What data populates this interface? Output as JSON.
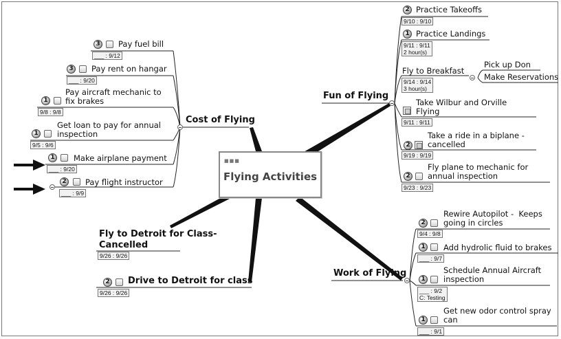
{
  "central": {
    "title": "Flying Activities",
    "dots": "■■■"
  },
  "cost": {
    "title": "Cost of Flying",
    "items": [
      {
        "priority": "3",
        "label": "Pay fuel bill",
        "date": "___ : 9/12"
      },
      {
        "priority": "3",
        "label": "Pay rent on hangar",
        "date": "___ : 9/20"
      },
      {
        "priority": "1",
        "label": "Pay aircraft mechanic to\nfix brakes",
        "date": "9/8 : 9/8"
      },
      {
        "priority": "1",
        "label": "Get loan to pay for annual\ninspection",
        "date": "9/5 : 9/6"
      },
      {
        "priority": "1",
        "label": "Make airplane payment",
        "date": "___ : 9/20"
      },
      {
        "priority": "2",
        "label": "Pay flight instructor",
        "date": "___ : 9/9"
      }
    ]
  },
  "fun": {
    "title": "Fun of Flying",
    "items": [
      {
        "priority": "2",
        "label": "Practice Takeoffs",
        "date": "9/10 : 9/10"
      },
      {
        "priority": "1",
        "label": "Practice Landings",
        "date": "9/11 : 9/11",
        "duration": "2 hour(s)"
      },
      {
        "label": "Fly to Breakfast",
        "date": "9/14 : 9/14",
        "duration": "3 hour(s)",
        "children": [
          "Pick up Don",
          "Make Reservations"
        ]
      },
      {
        "label": "Take Wilbur and Orville\nFlying",
        "date": "9/11 : 9/11"
      },
      {
        "priority": "2",
        "label": "Take a ride in a biplane -\ncancelled",
        "date": "9/19 : 9/19"
      },
      {
        "priority": "2",
        "label": "Fly plane to mechanic for\nannual inspection",
        "date": "9/23 : 9/23"
      }
    ]
  },
  "work": {
    "title": "Work of Flying",
    "items": [
      {
        "priority": "2",
        "label": "Rewire Autopilot -  Keeps\ngoing in circles",
        "date": "9/4 : 9/8"
      },
      {
        "priority": "1",
        "label": "Add hydrolic fluid to brakes",
        "date": "___ : 9/7"
      },
      {
        "priority": "1",
        "label": "Schedule Annual Aircraft\ninspection",
        "date": "___ : 9/2",
        "note": "C: Testing"
      },
      {
        "priority": "1",
        "label": "Get new odor control spray\ncan",
        "date": "___ : 9/1"
      }
    ]
  },
  "detroit_fly": {
    "title": "Fly to Detroit for Class-\nCancelled",
    "date": "9/26 : 9/26"
  },
  "detroit_drive": {
    "priority": "2",
    "title": "Drive to Detroit for class",
    "date": "9/26 : 9/26"
  },
  "colors": {
    "line": "#111111",
    "box_border": "#888888",
    "tag_bg": "#f2f2f2"
  }
}
